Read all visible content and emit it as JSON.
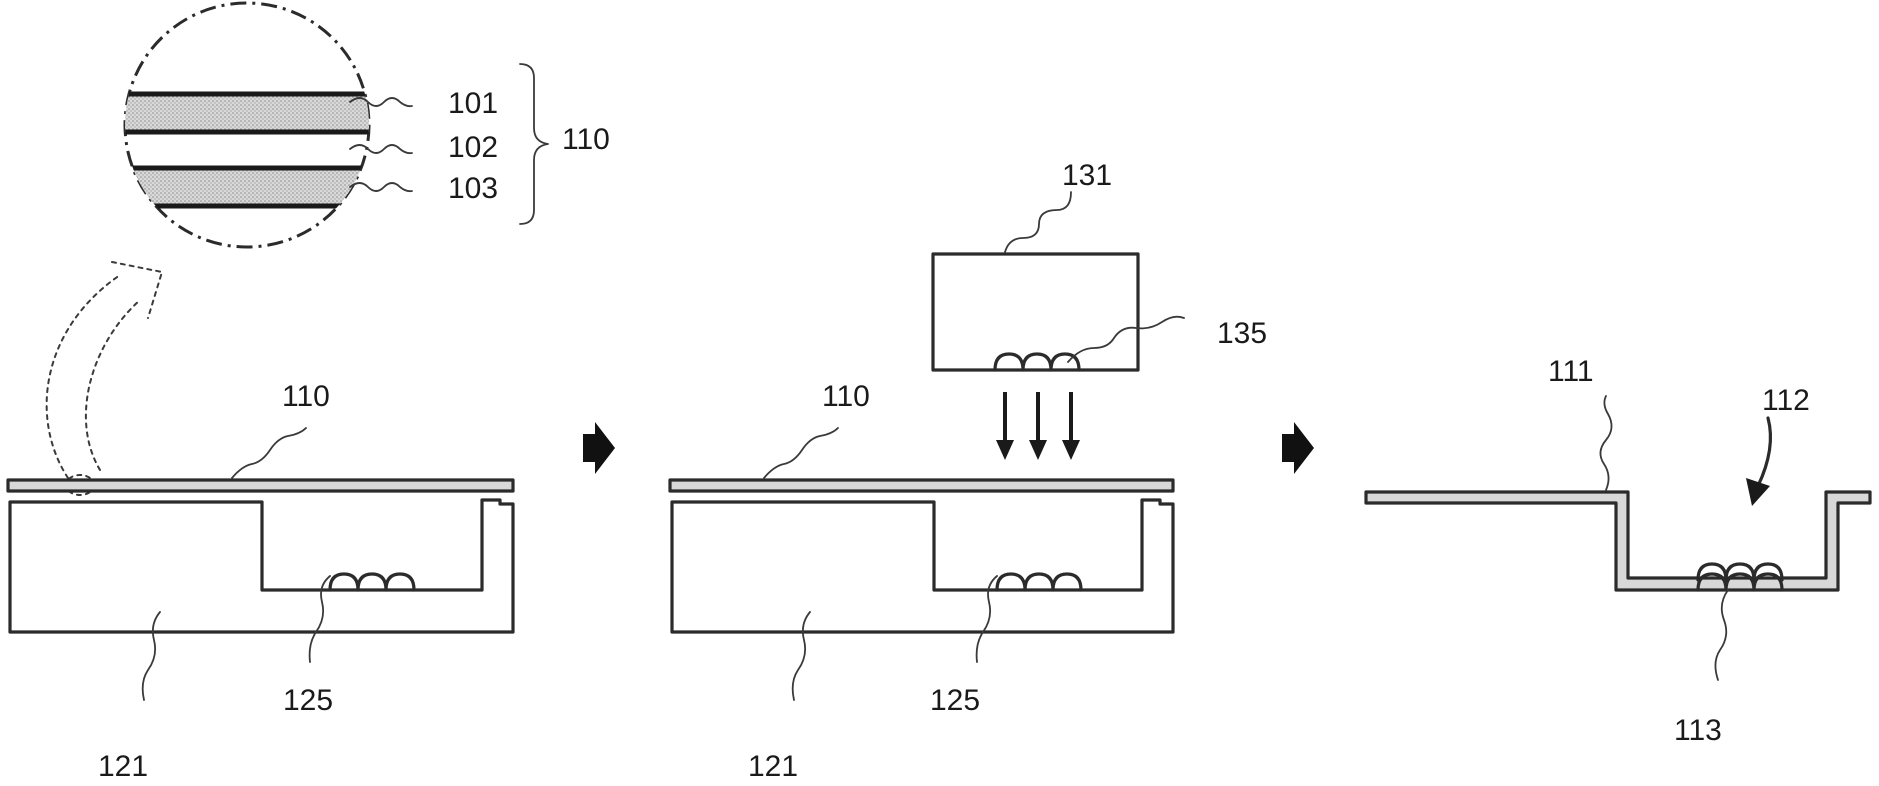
{
  "labels": {
    "layer_top": "101",
    "layer_middle": "102",
    "layer_bottom": "103",
    "sheet_group": "110",
    "sheet_left": "110",
    "sheet_middle": "110",
    "mold_left": "121",
    "mold_middle": "121",
    "heater_left": "125",
    "heater_middle": "125",
    "press_block": "131",
    "press_heater": "135",
    "formed_sheet": "111",
    "recess": "112",
    "formed_pattern": "113"
  },
  "colors": {
    "line": "#2b2b2b",
    "layer_fill": "#cfcfcf",
    "background": "#ffffff"
  }
}
